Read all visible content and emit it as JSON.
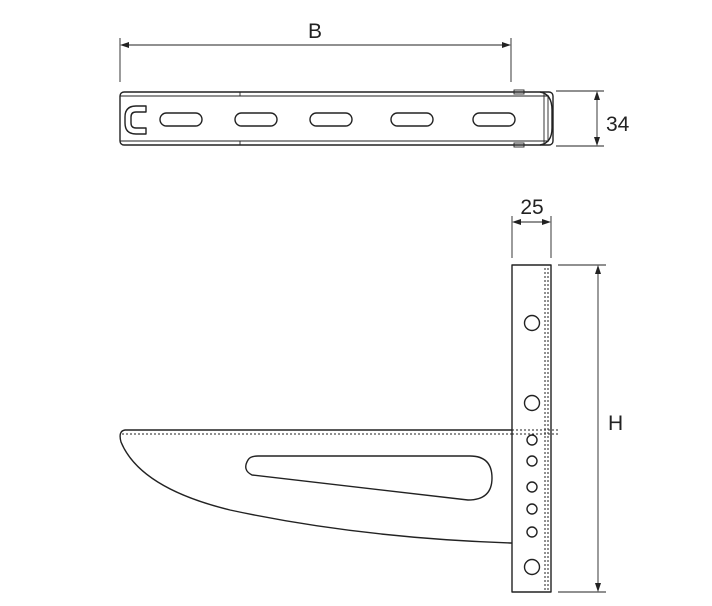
{
  "dimensions": {
    "width_label": "B",
    "profile_height_label": "34",
    "column_width_label": "25",
    "height_label": "H"
  },
  "colors": {
    "line": "#222222",
    "background": "#ffffff"
  }
}
